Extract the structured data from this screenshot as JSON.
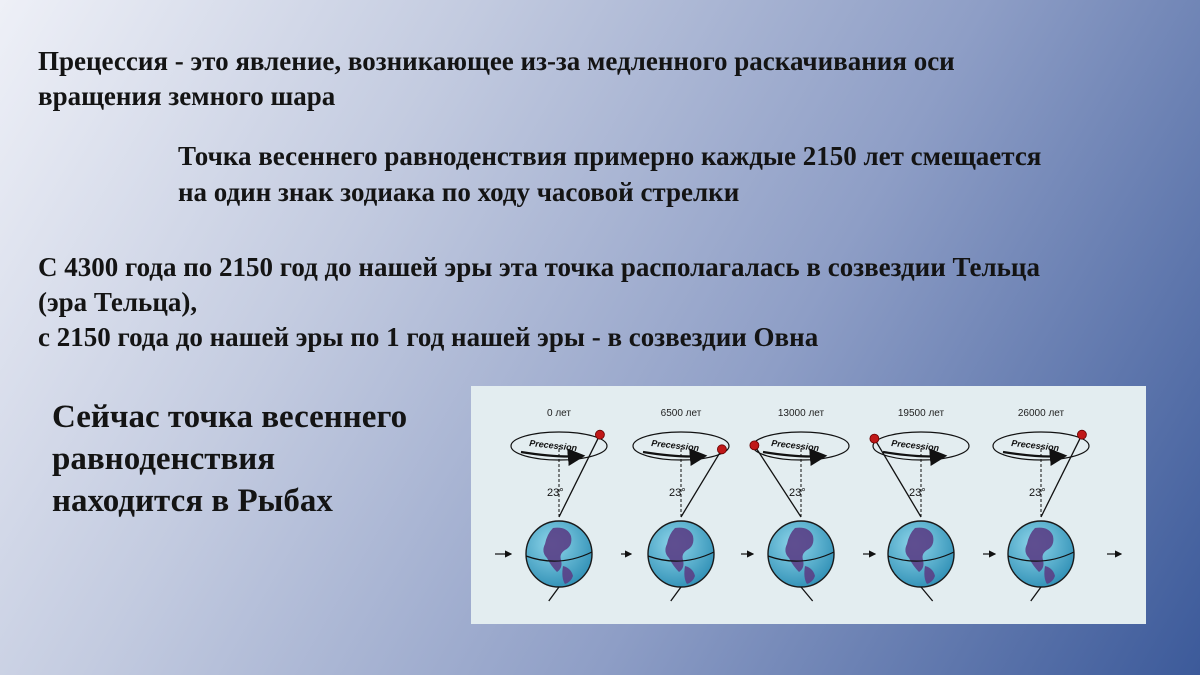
{
  "slide": {
    "definition": [
      "Прецессия - это явление, возникающее из-за медленного раскачивания оси",
      "вращения земного шара"
    ],
    "equinox_shift": [
      "Точка весеннего равноденствия примерно каждые 2150 лет смещается",
      "на один знак зодиака по ходу часовой стрелки"
    ],
    "history": [
      "С 4300 года по 2150 год до нашей эры эта точка располагалась в созвездии Тельца",
      "(эра Тельца),",
      "с 2150 года до нашей эры по 1 год нашей эры - в созвездии Овна"
    ],
    "current": [
      "Сейчас точка весеннего",
      "равноденствия",
      "находится в Рыбах"
    ]
  },
  "diagram": {
    "precession_label": "Precession",
    "angle_label": "23°",
    "stages": [
      {
        "year_label": "0 лет"
      },
      {
        "year_label": "6500 лет"
      },
      {
        "year_label": "13000 лет"
      },
      {
        "year_label": "19500 лет"
      },
      {
        "year_label": "26000 лет"
      }
    ],
    "colors": {
      "globe_ocean": "#3fa6c8",
      "globe_land": "#5a3f86",
      "pole_dot": "#c01818"
    }
  }
}
